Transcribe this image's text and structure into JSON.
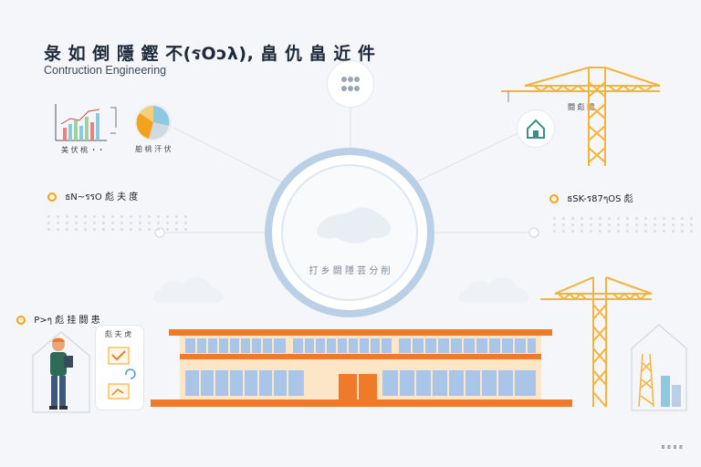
{
  "header": {
    "title": "彔 如 倒 隱 鏗 不(รOↄλ), 畠 仇 畠 近 件",
    "subtitle": "Contruction Engineering"
  },
  "left_panel": {
    "chart_caption": "美 伏 桃 ・・",
    "pie_caption": "舶 桃 汗 伏"
  },
  "center": {
    "circle_label": "打 乡 闘 隱 芸 分 削"
  },
  "right_panel": {
    "house_label": "闘 彪 闘"
  },
  "callouts": {
    "left_top": "ธN~รรO 彪 夫 度",
    "right_top": "ธSK-ร87ๆOS 彪",
    "left_bottom": "P>ๆ 彪 挂 闘 患"
  },
  "worker_panel": {
    "label": "彪 夫 虎"
  },
  "footer": {
    "text": "ฮ ฮ ฮ ฮ"
  },
  "colors": {
    "crane": "#f4b33a",
    "building_roof": "#f07a2c",
    "building_window": "#a9c6e8",
    "ring": "#b9d0e6",
    "accent": "#f3a21c"
  }
}
